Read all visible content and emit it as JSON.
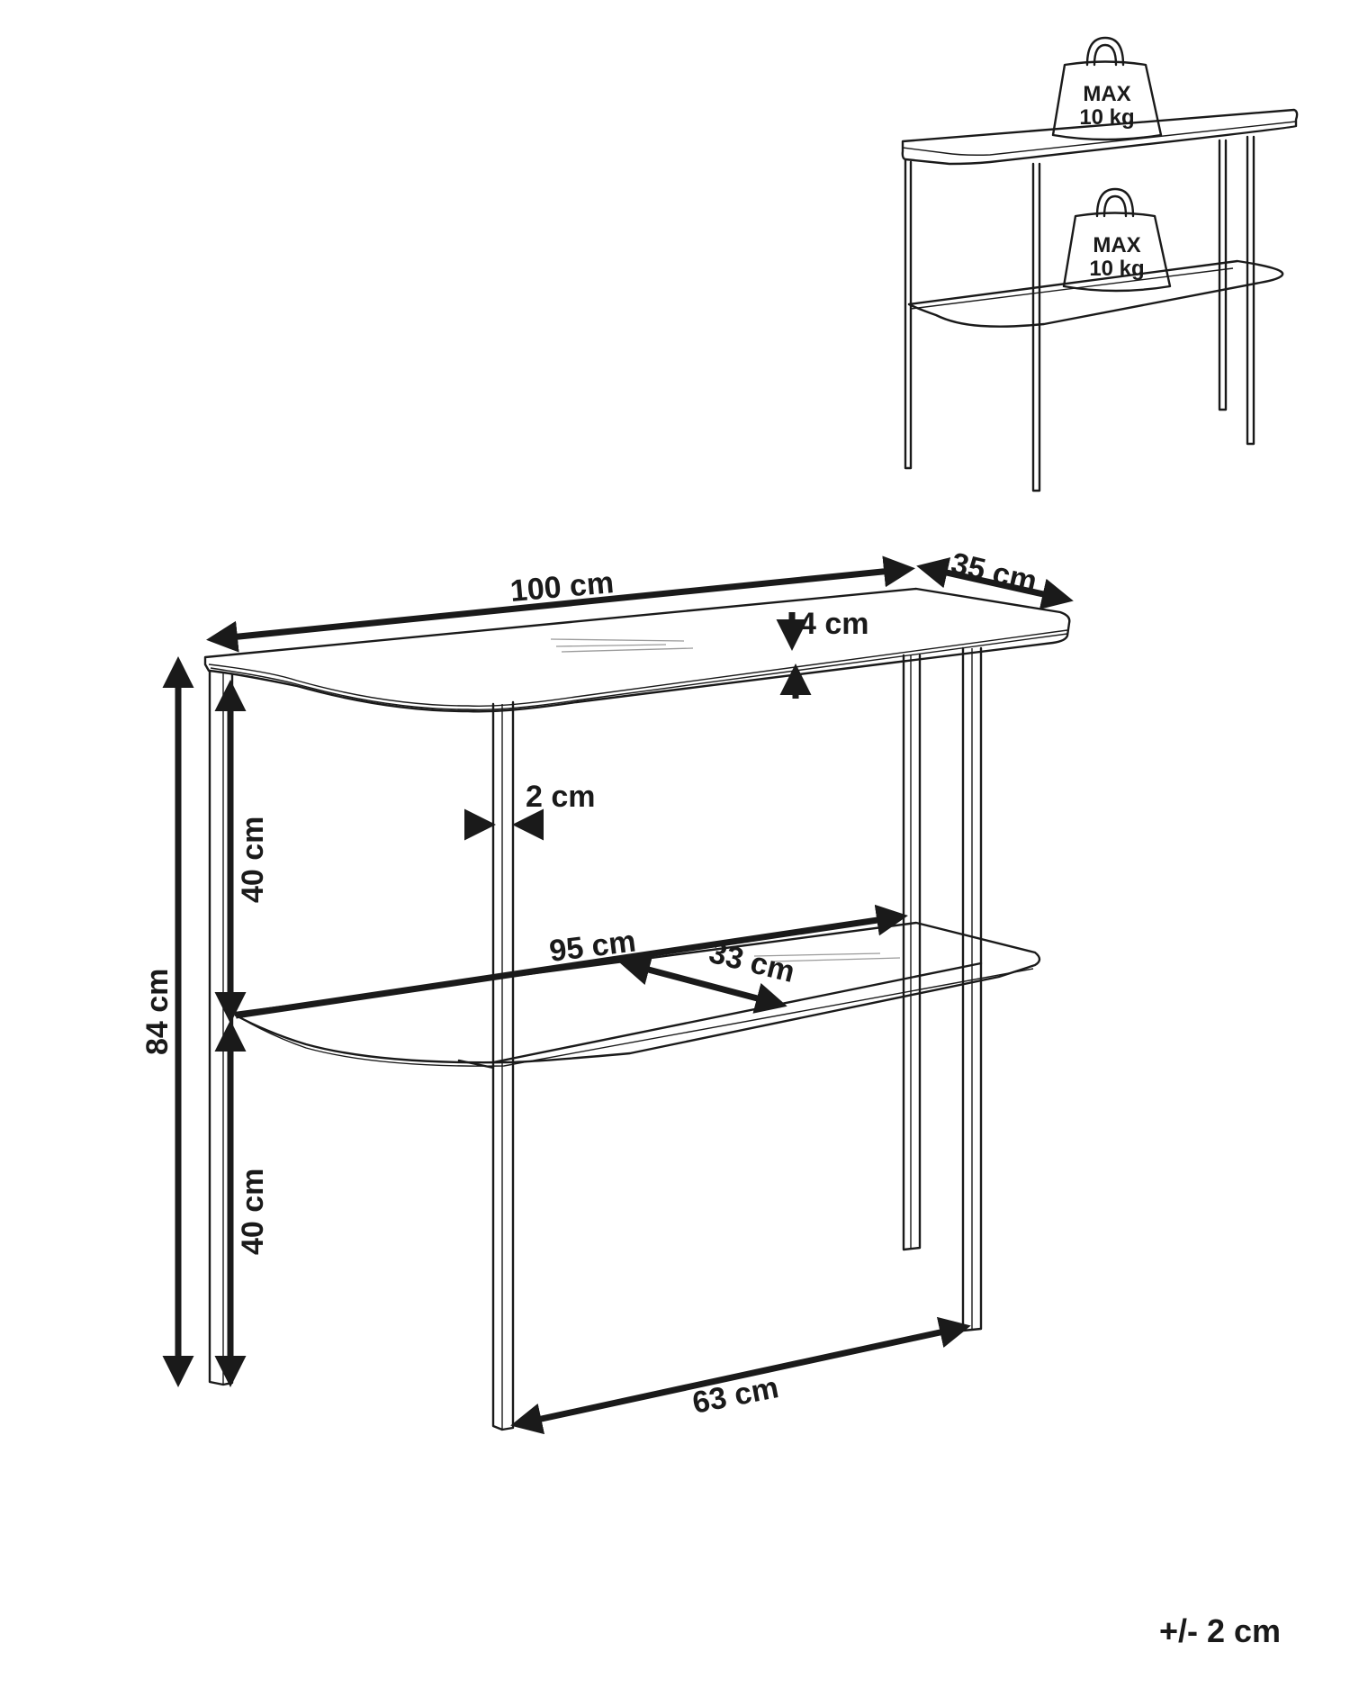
{
  "diagram": {
    "subject": "Two-tier console table with glass shelves",
    "dimensions": {
      "width": "100 cm",
      "depth": "35 cm",
      "top_thickness": "4 cm",
      "leg_thickness": "2 cm",
      "upper_clearance": "40 cm",
      "total_height": "84 cm",
      "lower_clearance": "40 cm",
      "shelf_width": "95 cm",
      "shelf_depth": "33 cm",
      "leg_span": "63 cm"
    },
    "load_limits": {
      "top": {
        "line1": "MAX",
        "line2": "10 kg"
      },
      "shelf": {
        "line1": "MAX",
        "line2": "10 kg"
      }
    },
    "tolerance": "+/- 2 cm"
  }
}
